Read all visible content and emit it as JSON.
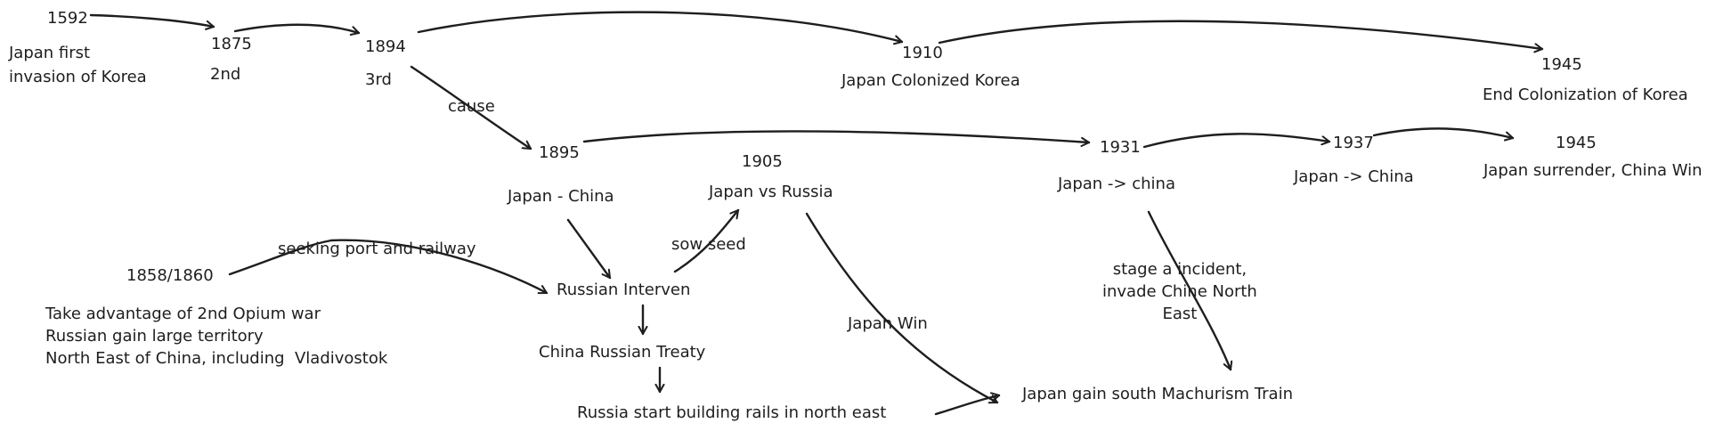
{
  "colors": {
    "ink": "#1e1e1e",
    "background": "#ffffff"
  },
  "nodes": {
    "y1592": "1592",
    "y1592_desc": "Japan first\ninvasion of Korea",
    "y1875": "1875",
    "y1875_desc": "2nd",
    "y1894": "1894",
    "y1894_desc": "3rd",
    "cause": "cause",
    "y1910": "1910",
    "y1910_desc": "Japan Colonized Korea",
    "y1945_top": "1945",
    "y1945_top_desc": "End Colonization of Korea",
    "y1895": "1895",
    "y1895_desc": "Japan - China",
    "y1905": "1905",
    "y1905_desc": "Japan vs Russia",
    "y1931": "1931",
    "y1931_desc": "Japan -> china",
    "y1937": "1937",
    "y1937_desc": "Japan -> China",
    "y1945_mid": "1945",
    "y1945_mid_desc": "Japan surrender, China Win",
    "seeking": "seeking port and railway",
    "y1858": "1858/1860",
    "y1858_desc": "Take advantage of 2nd Opium war\nRussian gain large territory\nNorth East of China, including  Vladivostok",
    "sow_seed": "sow seed",
    "russian_interven": "Russian Interven",
    "treaty": "China Russian Treaty",
    "rails": "Russia start building rails in north east",
    "japan_win": "Japan Win",
    "incident": "stage a incident,\ninvade Chine North\nEast",
    "machurism": "Japan gain south Machurism Train"
  }
}
